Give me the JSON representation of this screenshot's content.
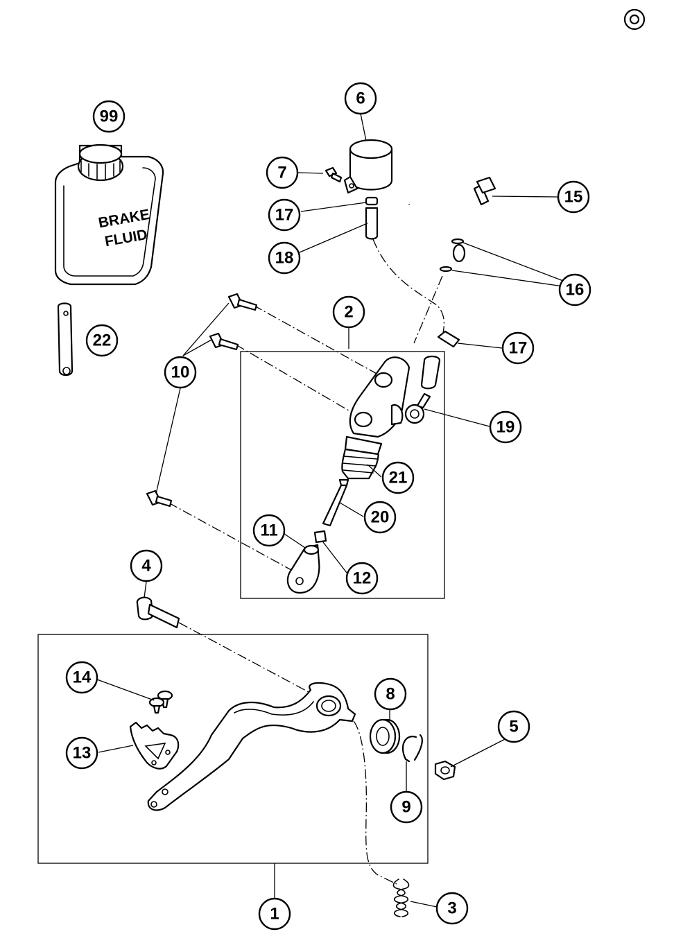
{
  "diagram": {
    "bottle_label": [
      "BRAKE",
      "FLUID"
    ],
    "callouts": [
      "1",
      "2",
      "3",
      "4",
      "5",
      "6",
      "7",
      "8",
      "9",
      "10",
      "11",
      "12",
      "13",
      "14",
      "15",
      "16",
      "17",
      "17",
      "18",
      "19",
      "20",
      "21",
      "22",
      "99"
    ]
  }
}
